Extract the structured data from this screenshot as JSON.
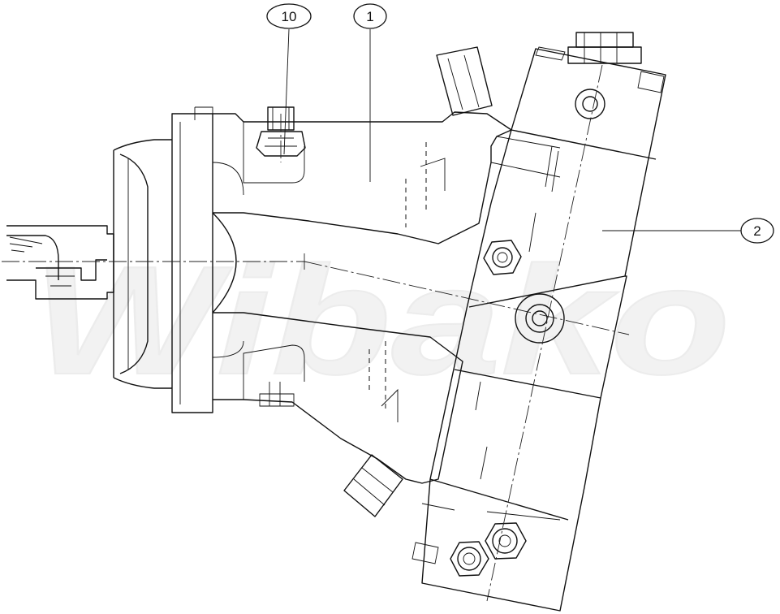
{
  "watermark": "Wibako",
  "callouts": [
    {
      "label": "10",
      "target": "vent-screw"
    },
    {
      "label": "1",
      "target": "motor-housing"
    },
    {
      "label": "2",
      "target": "port-plate"
    }
  ]
}
